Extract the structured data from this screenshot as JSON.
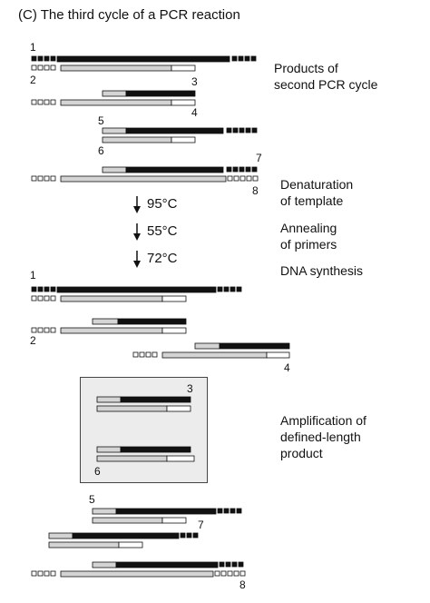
{
  "title": "(C) The third cycle of a PCR reaction",
  "numbers": [
    "1",
    "2",
    "3",
    "4",
    "5",
    "6",
    "7",
    "8",
    "1",
    "2",
    "3",
    "4",
    "5",
    "6",
    "7",
    "8"
  ],
  "captions": {
    "products_second_cycle": [
      "Products of",
      "second PCR cycle"
    ],
    "denaturation": [
      "Denaturation",
      "of template"
    ],
    "annealing": [
      "Annealing",
      "of primers"
    ],
    "synthesis": [
      "DNA synthesis"
    ],
    "amplification": [
      "Amplification of",
      "defined-length",
      "product"
    ]
  },
  "steps": [
    "95°C",
    "55°C",
    "72°C"
  ],
  "colors": {
    "strand_dark": "#111111",
    "strand_light": "#d4d4d4",
    "outline": "#111111",
    "box_fill": "#ececec"
  }
}
